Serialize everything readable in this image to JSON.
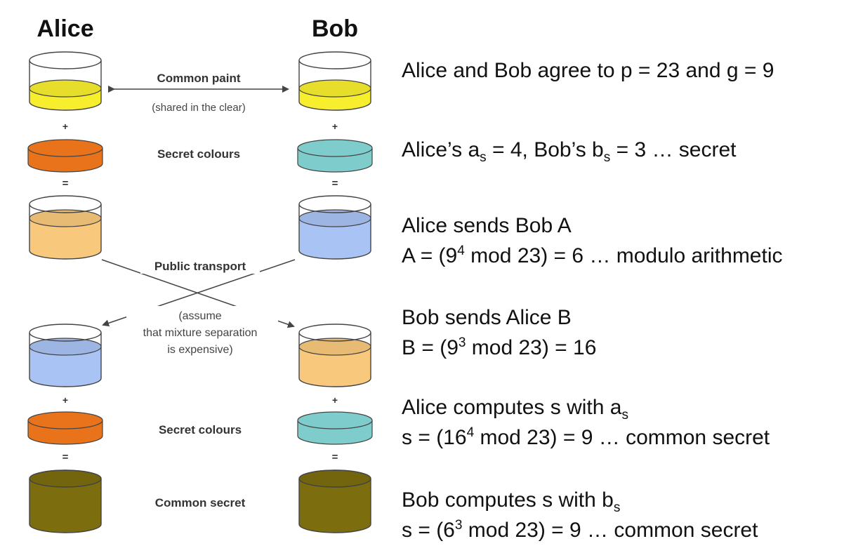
{
  "names": {
    "alice": "Alice",
    "bob": "Bob"
  },
  "labels": {
    "common_paint": "Common paint",
    "shared_clear": "(shared in the clear)",
    "secret_colours_1": "Secret colours",
    "public_transport": "Public transport",
    "assume_1": "(assume",
    "assume_2": "that mixture separation",
    "assume_3": "is expensive)",
    "secret_colours_2": "Secret colours",
    "common_secret": "Common secret"
  },
  "ops": {
    "plus": "+",
    "equals": "="
  },
  "colors": {
    "yellow": "#f7ef2e",
    "orange": "#e8731a",
    "teal": "#7ecdcc",
    "peach": "#f8c97d",
    "blue": "#a9c3f4",
    "olive": "#7c6d0f"
  },
  "steps": [
    {
      "pre": "Alice and Bob agree to p = 23 and g = 9"
    },
    {
      "a": "Alice’s a",
      "a_sub": "s",
      "b": " = 4, Bob’s b",
      "b_sub": "s",
      "c": " = 3  … secret"
    },
    {
      "line1": "Alice sends Bob A",
      "l2a": "A = (9",
      "l2sup": "4",
      "l2b": " mod 23) = 6  … modulo arithmetic"
    },
    {
      "line1": "Bob sends Alice B",
      "l2a": "B = (9",
      "l2sup": "3",
      "l2b": " mod 23) = 16"
    },
    {
      "l1a": "Alice computes s with a",
      "l1sub": "s",
      "l2a": "s = (16",
      "l2sup": "4",
      "l2b": " mod 23) = 9  … common secret"
    },
    {
      "l1a": "Bob computes s with b",
      "l1sub": "s",
      "l2a": "s = (6",
      "l2sup": "3",
      "l2b": " mod 23) = 9  … common secret"
    }
  ]
}
